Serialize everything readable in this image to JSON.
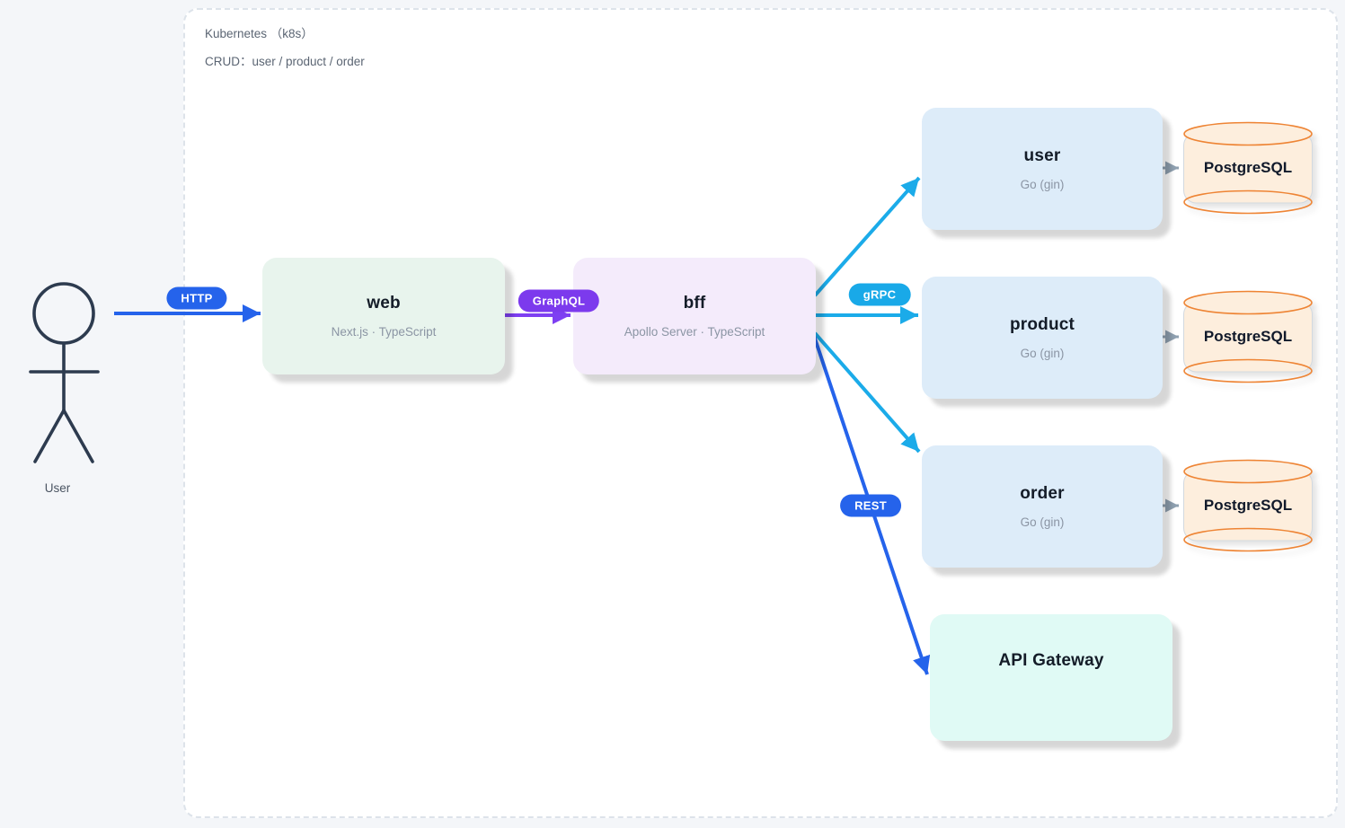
{
  "container": {
    "title": "Kubernetes （k8s）",
    "subtitle": "CRUD：user / product / order"
  },
  "actor": {
    "label": "User"
  },
  "nodes": {
    "web": {
      "title": "web",
      "subtitle": "Next.js · TypeScript"
    },
    "bff": {
      "title": "bff",
      "subtitle": "Apollo Server · TypeScript"
    },
    "user_service": {
      "title": "user",
      "subtitle": "Go (gin)"
    },
    "product_service": {
      "title": "product",
      "subtitle": "Go (gin)"
    },
    "order_service": {
      "title": "order",
      "subtitle": "Go (gin)"
    },
    "api_gateway": {
      "title": "API Gateway"
    }
  },
  "databases": {
    "user_db": {
      "label": "PostgreSQL"
    },
    "product_db": {
      "label": "PostgreSQL"
    },
    "order_db": {
      "label": "PostgreSQL"
    }
  },
  "edges": {
    "http": {
      "label": "HTTP",
      "color": "#2563eb"
    },
    "graphql": {
      "label": "GraphQL",
      "color": "#7c3aed"
    },
    "grpc": {
      "label": "gRPC",
      "color": "#19a9e8"
    },
    "rest": {
      "label": "REST",
      "color": "#2563eb"
    }
  },
  "colors": {
    "page_background": "#f4f6f9",
    "container_background": "#ffffff",
    "container_border": "#dde3ea",
    "web_fill": "#e8f4ed",
    "bff_fill": "#f4ebfb",
    "service_fill": "#ddecf9",
    "gateway_fill": "#e0faf5",
    "db_fill": "#fdeedd",
    "db_stroke": "#ee8434",
    "db_arrow": "#8fa0b0",
    "actor_stroke": "#2d3b4f"
  }
}
